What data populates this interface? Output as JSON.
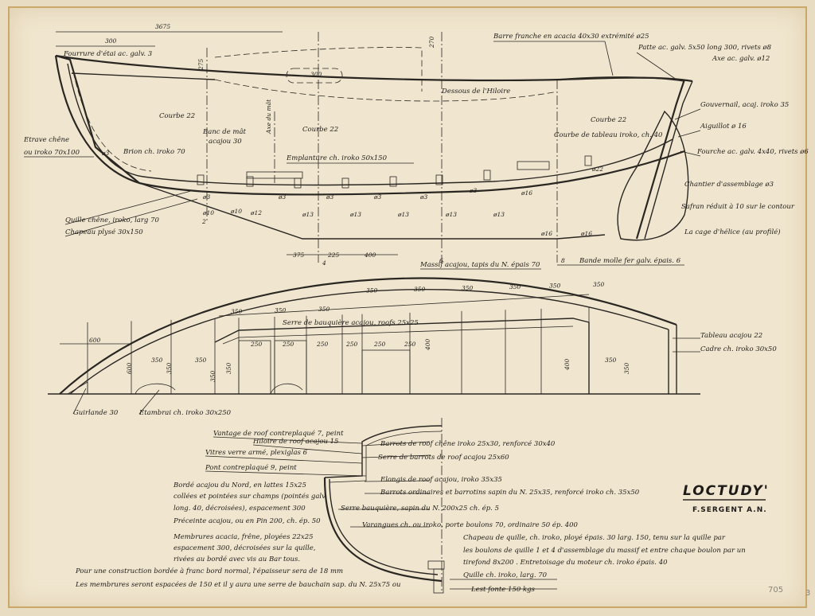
{
  "sheet": {
    "title": "LOCTUDY'",
    "author": "F.SERGENT A.N.",
    "sheet_number": "705",
    "edge_mark": "3"
  },
  "profile": {
    "labels": {
      "etrave": "Etrave chêne",
      "etrave2": "ou iroko 70x100",
      "fourrure": "Fourrure d'étai ac. galv. 3",
      "courbe22a": "Courbe 22",
      "banc_mat": "Banc de mât",
      "banc_mat2": "acajou 30",
      "courbe22b": "Courbe 22",
      "brion": "Brion ch. iroko 70",
      "emplanture": "Emplanture ch. iroko 50x150",
      "quille": "Quille chêne, iroko, larg 70",
      "chapeau": "Chapeau plysé 30x150",
      "barre_franche": "Barre franche en acacia 40x30 extrémité ø25",
      "patte": "Patte ac. galv. 5x50 long 300, rivets ø8",
      "axe": "Axe ac. galv. ø12",
      "dessous_hiloire": "Dessous de l'Hiloire",
      "courbe22c": "Courbe 22",
      "courbe_tableau": "Courbe de tableau iroko, ch. 40",
      "gouvernail": "Gouvernail, acaj. iroko 35",
      "aiguillot": "Aiguillot ø 16",
      "fourche": "Fourche ac. galv. 4x40, rivets ø6",
      "chantier": "Chantier d'assemblage ø3",
      "safran": "Safran réduit à 10 sur le contour",
      "cage": "La cage d'hélice (au profilé)",
      "massif": "Massif acajou, tapis du N. épais 70",
      "bande_molle": "Bande molle fer galv. épais. 6"
    },
    "dimensions": {
      "d3675": "3675",
      "d300": "300",
      "d300b": "300",
      "d275": "275",
      "d270": "270",
      "d375": "375",
      "d225": "225",
      "d400": "400",
      "ord4": "4",
      "ord6": "6",
      "ord8": "8",
      "ord2": "2",
      "ord_axe": "Axe du mât",
      "bolts": [
        "ø3",
        "ø3",
        "ø3",
        "ø3",
        "ø3",
        "ø3",
        "ø3",
        "ø10",
        "ø10",
        "ø12",
        "ø13",
        "ø13",
        "ø13",
        "ø13",
        "ø13",
        "ø16",
        "ø16",
        "ø16",
        "ø22"
      ]
    }
  },
  "plan": {
    "labels": {
      "serre": "Serre de bauquière acajou, roofs 25x25",
      "tableau": "Tableau acajou 22",
      "cadre": "Cadre ch. iroko 30x50",
      "guirlande": "Guirlande 30",
      "etambrai": "Etambrai ch. iroko 30x250"
    },
    "dims_top": [
      "350",
      "350",
      "350",
      "350",
      "350",
      "350",
      "350",
      "350",
      "350"
    ],
    "dims_mid": [
      "350",
      "350",
      "250",
      "250",
      "250",
      "250",
      "250",
      "250",
      "350"
    ],
    "dim_left": "600",
    "dim_v": [
      "600",
      "350",
      "350",
      "400",
      "400",
      "350",
      "350"
    ]
  },
  "section": {
    "left_labels": [
      "Bordé acajou du Nord, en lattes 15x25",
      "collées et pointées sur champs (pointés galv.",
      "long. 40, décroisées), espacement 300",
      "Préceinte acajou, ou en Pin 200, ch. ép. 50",
      "Membrures acacia, frêne, ployées 22x25",
      "espacement 300, décroisées sur la quille,",
      "rivées au bordé avec vis au Bar tous.",
      "Pour une construction bordée à franc bord normal, l'épaisseur sera de 18 mm",
      "Les membrures seront espacées de 150 et il y aura une serre de bauchain sap. du N. 25x75 ou"
    ],
    "top_labels": {
      "vantage": "Vantage de roof contreplaqué 7, peint",
      "hiloire": "Hiloire de roof acajou 15",
      "vitre": "Vitres verre armé, plexiglas 6",
      "pont": "Pont contreplaqué 9, peint"
    },
    "right_labels": [
      "Barrots de roof chêne iroko 25x30, renforcé 30x40",
      "Serre de barrots de roof acajou 25x60",
      "Elongis de roof acajou, iroko 35x35",
      "Barrots ordinaires et barrotins sapin du N. 25x35, renforcé iroko ch. 35x50",
      "Serre bauquière, sapin du N. 200x25 ch. ép. 5",
      "Varangues ch. ou iroko, porte boulons 70, ordinaire 50 ép. 400",
      "Chapeau de quille, ch. iroko, ployé épais. 30 larg. 150, tenu sur la quille par",
      "les boulons de quille 1 et 4 d'assemblage du massif et entre chaque boulon par un",
      "tirefond 8x200 . Entretoisage du moteur ch. iroko épais. 40",
      "Quille ch. iroko, larg. 70",
      "Lest fonte 150 kgs"
    ]
  }
}
